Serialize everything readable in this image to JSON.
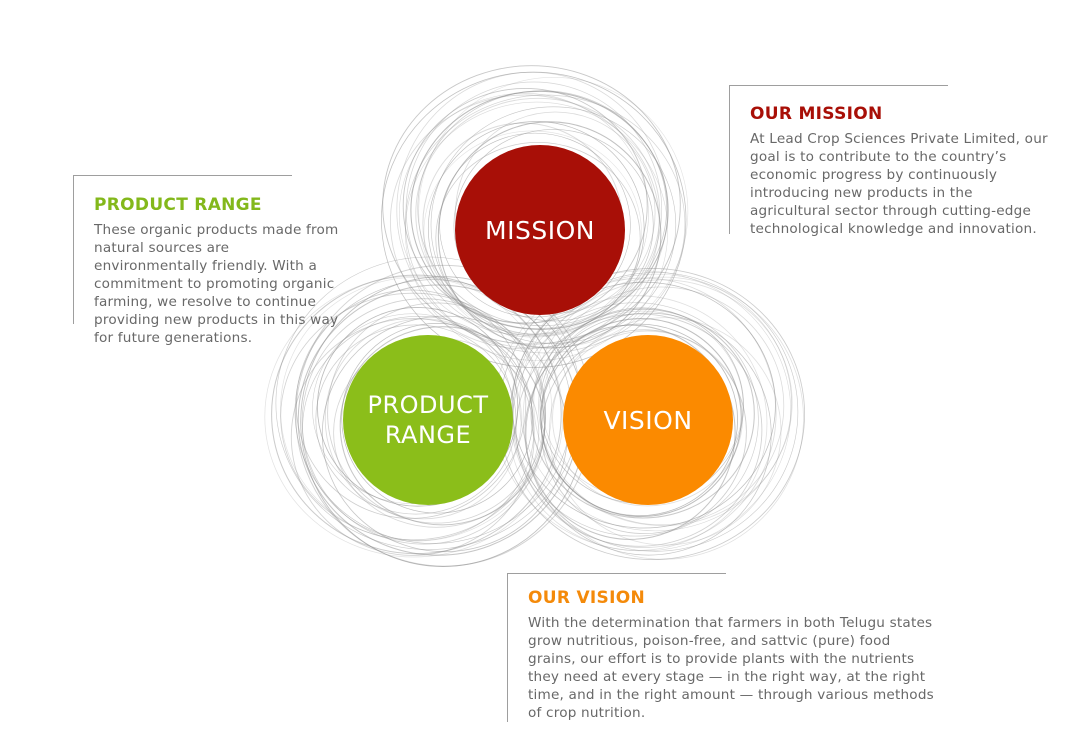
{
  "colors": {
    "mission": "#a80f07",
    "product_range": "#8bbe1a",
    "vision": "#fb8a00",
    "body_text": "#686868",
    "ring_stroke": "#8f8f8f",
    "bracket_line": "#9e9e9e"
  },
  "circles": {
    "mission": "MISSION",
    "product_range_line1": "PRODUCT",
    "product_range_line2": "RANGE",
    "vision": "VISION"
  },
  "product_range": {
    "heading": "PRODUCT RANGE",
    "text": "These organic products made from natural sources are environmentally friendly. With a commitment to promoting organic farming, we resolve to continue providing new products in this way for future generations."
  },
  "mission": {
    "heading": "OUR MISSION",
    "text": "At Lead Crop Sciences Private Limited, our goal is to contribute to the country’s economic progress by continuously introducing new products in the agricultural sector through cutting-edge technological knowledge and innovation."
  },
  "vision": {
    "heading": "OUR VISION",
    "text": "With the determination that farmers in both Telugu states grow nutritious, poison-free, and sattvic (pure) food grains, our effort is to provide plants with the nutrients they need at every stage — in the right way, at the right time, and in the right amount — through various methods of crop nutrition."
  }
}
